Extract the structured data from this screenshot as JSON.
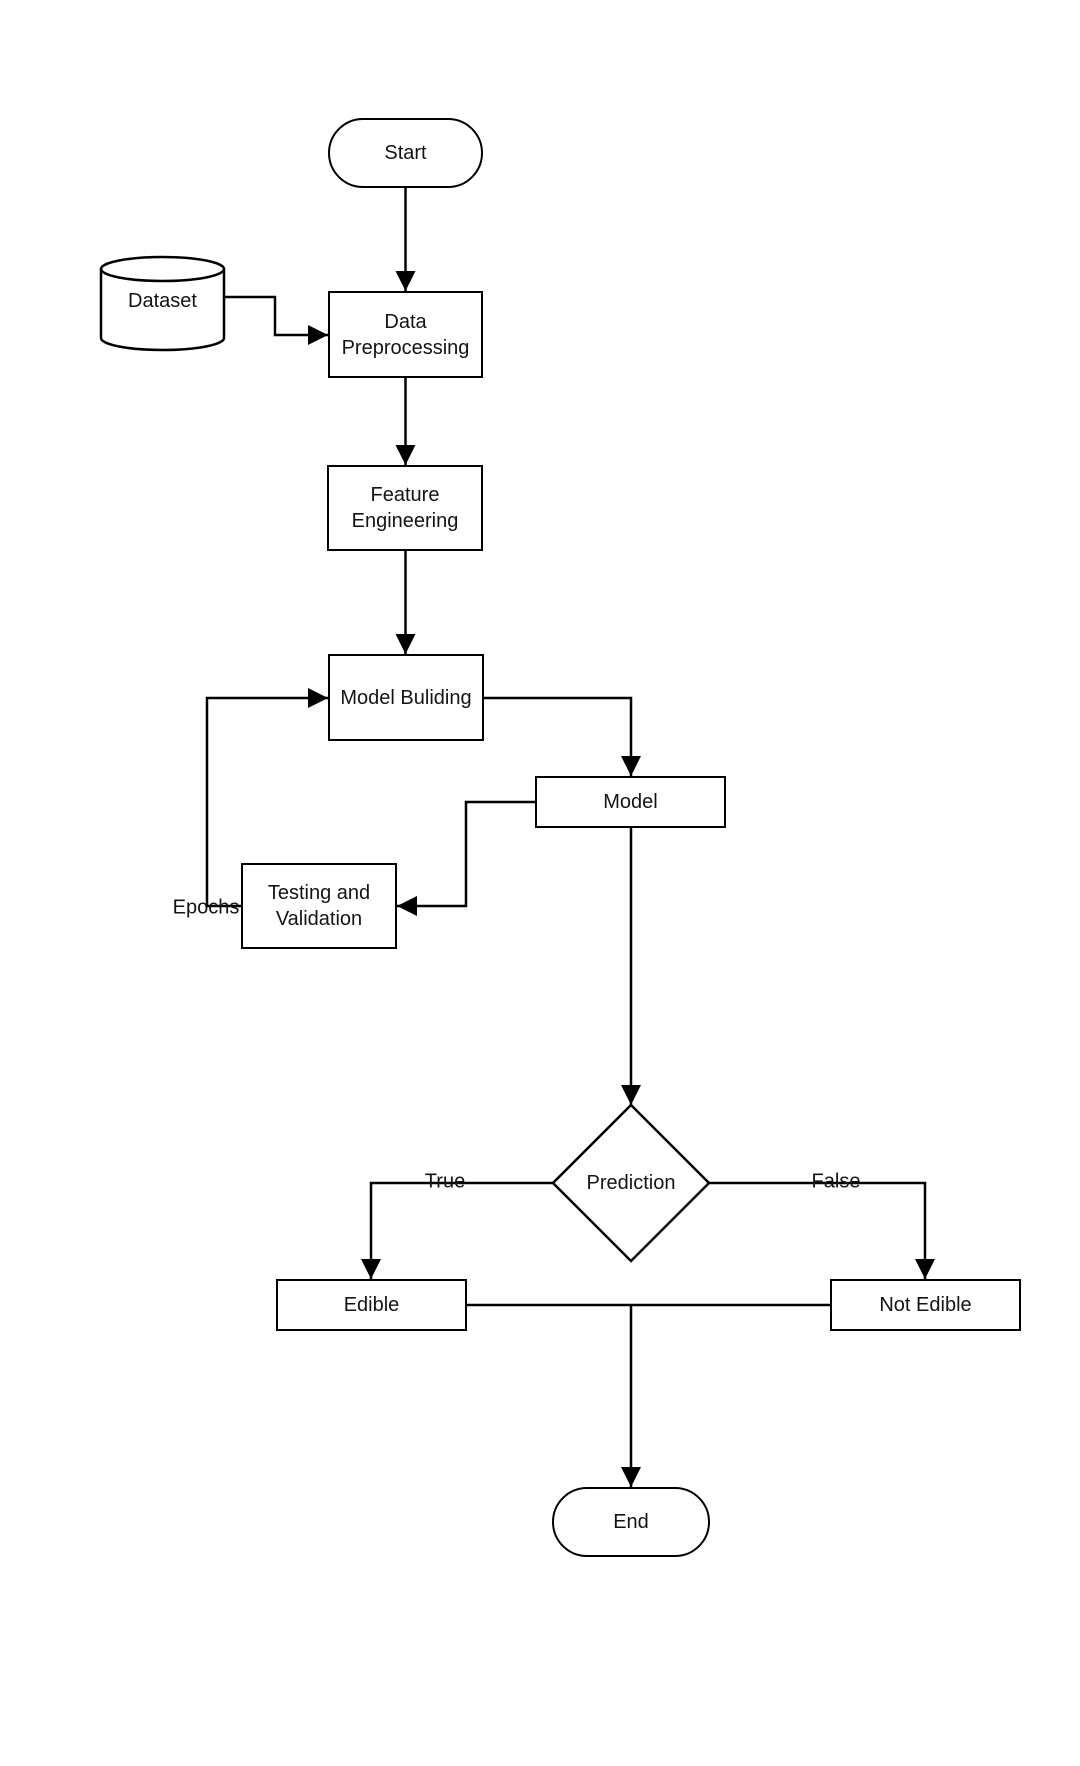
{
  "diagram": {
    "background_color": "#ffffff",
    "stroke_color": "#000000",
    "text_color": "#141414",
    "nodes": {
      "start": {
        "label": "Start",
        "type": "terminator"
      },
      "dataset": {
        "label": "Dataset",
        "type": "database-cylinder"
      },
      "data_preprocessing": {
        "label": "Data Preprocessing",
        "type": "process"
      },
      "feature_engineering": {
        "label": "Feature Engineering",
        "type": "process"
      },
      "model_building": {
        "label": "Model Buliding",
        "type": "process"
      },
      "model": {
        "label": "Model",
        "type": "process"
      },
      "testing_validation": {
        "label": "Testing and Validation",
        "type": "process"
      },
      "prediction": {
        "label": "Prediction",
        "type": "decision"
      },
      "edible": {
        "label": "Edible",
        "type": "process"
      },
      "not_edible": {
        "label": "Not Edible",
        "type": "process"
      },
      "end": {
        "label": "End",
        "type": "terminator"
      }
    },
    "edge_labels": {
      "epochs": "Epochs",
      "true_branch": "True",
      "false_branch": "False"
    }
  }
}
